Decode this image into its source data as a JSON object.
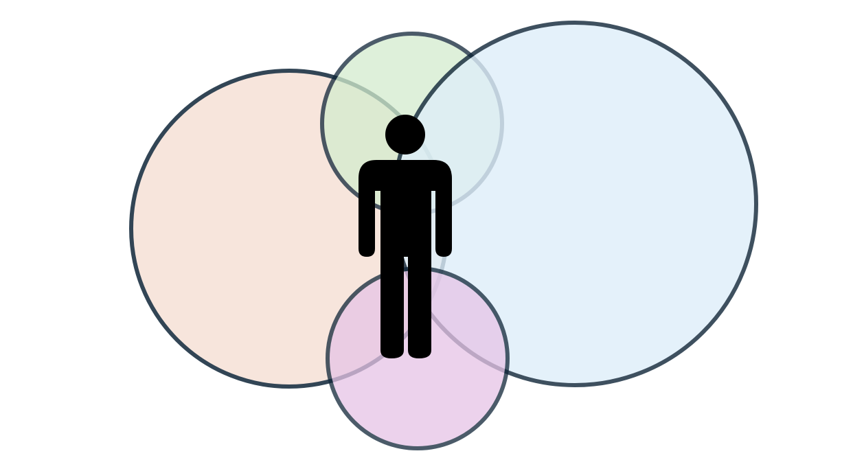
{
  "diagram": {
    "circles": [
      {
        "name": "peach-circle",
        "fill": "#f6e1d7"
      },
      {
        "name": "green-circle",
        "fill": "#dcf0d8"
      },
      {
        "name": "blue-circle",
        "fill": "#e2f0f9"
      },
      {
        "name": "purple-circle",
        "fill": "#ead0ea"
      }
    ],
    "stroke_color": "#0f2538",
    "person_color": "#000000"
  }
}
